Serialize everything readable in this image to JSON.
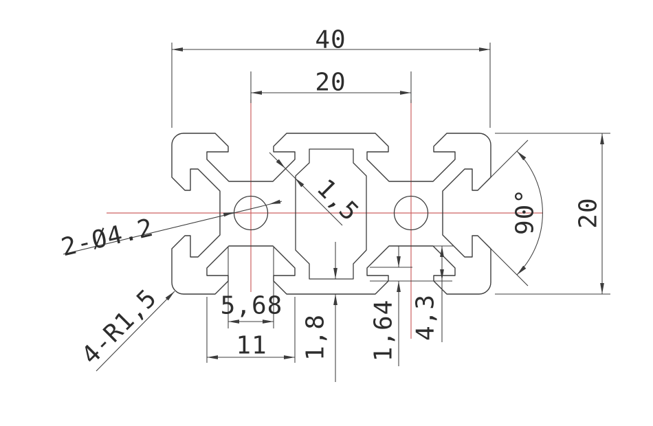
{
  "labels": {
    "overall_width": "40",
    "slot_pitch": "20",
    "overall_height": "20",
    "groove_angle": "90°",
    "wall_thickness": "1,5",
    "hole_callout": "2-Ø4.2",
    "fillet_callout": "4-R1,5",
    "slot_opening": "5,68",
    "slot_inner_width": "11",
    "base_wall": "1,8",
    "lip_height": "1,64",
    "slot_depth": "4,3"
  },
  "colors": {
    "line": "#3c3c3c",
    "centerline": "#cc6161",
    "text": "#2d2d2d",
    "background": "#ffffff"
  }
}
